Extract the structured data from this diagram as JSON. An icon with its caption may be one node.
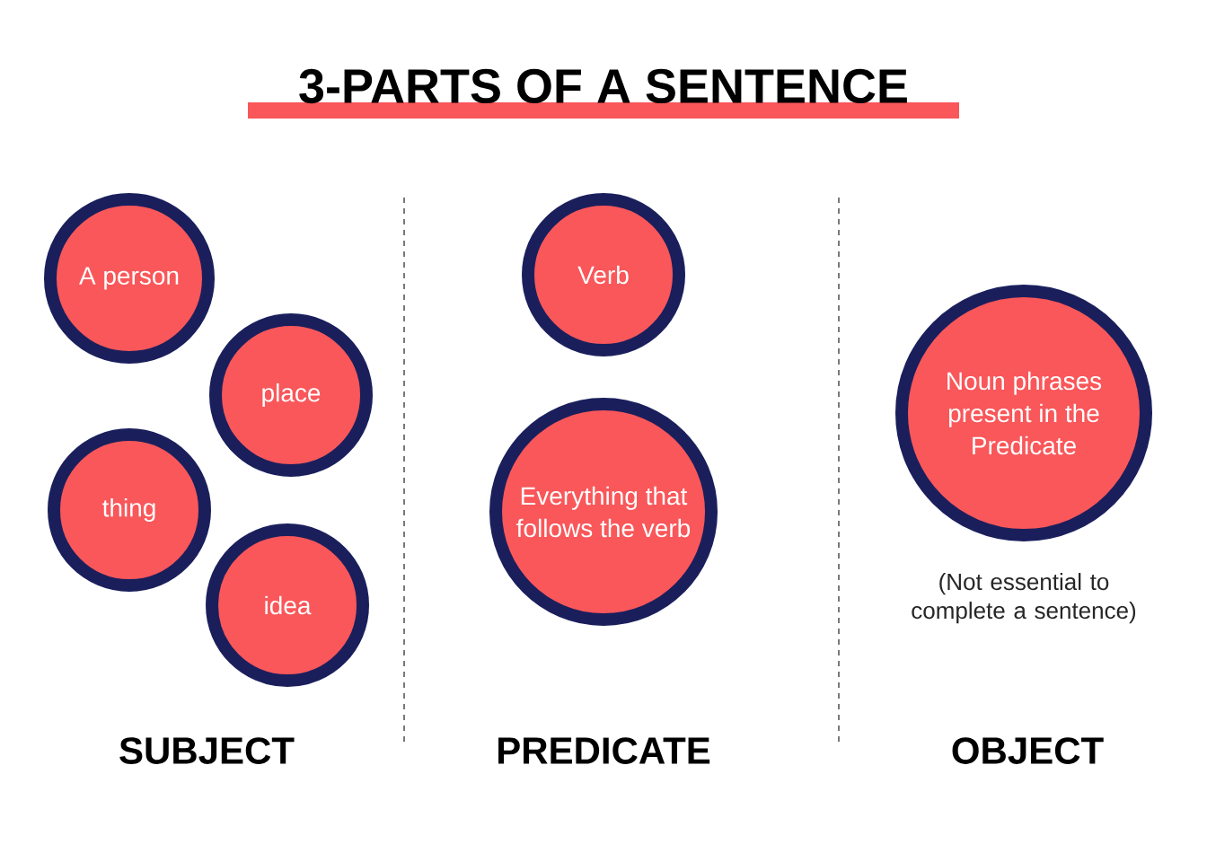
{
  "diagram": {
    "title": "3-PARTS OF A SENTENCE",
    "nodes": [
      {
        "text": [
          "A person"
        ]
      },
      {
        "text": [
          "place"
        ]
      },
      {
        "text": [
          "thing"
        ]
      },
      {
        "text": [
          "idea"
        ]
      },
      {
        "text": [
          "Verb"
        ]
      },
      {
        "text": [
          "Everything that follows the verb"
        ]
      },
      {
        "text": [
          "Noun phrases present in the Predicate"
        ],
        "beside": [
          "(Not essential to complete a sentence)"
        ]
      }
    ],
    "labels": [
      "SUBJECT",
      "PREDICATE",
      "OBJECT"
    ]
  }
}
